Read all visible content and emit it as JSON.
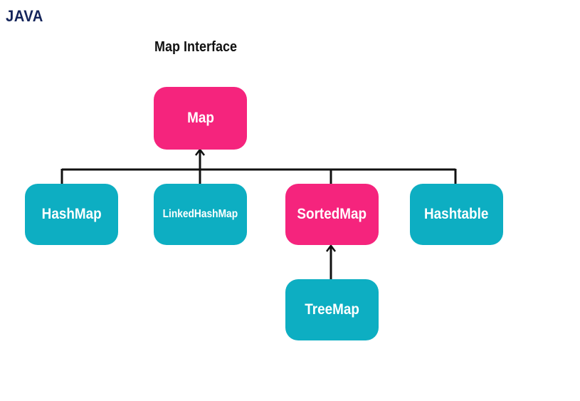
{
  "header": {
    "brand": "JAVA",
    "title": "Map Interface"
  },
  "colors": {
    "interface_node": "#f5247d",
    "class_node": "#0daec2",
    "connector": "#111111",
    "brand": "#14245a"
  },
  "diagram": {
    "nodes": {
      "map": "Map",
      "hashmap": "HashMap",
      "linkedhashmap": "LinkedHashMap",
      "sortedmap": "SortedMap",
      "hashtable": "Hashtable",
      "treemap": "TreeMap"
    },
    "edges": [
      {
        "from": "HashMap",
        "to": "Map"
      },
      {
        "from": "LinkedHashMap",
        "to": "Map"
      },
      {
        "from": "SortedMap",
        "to": "Map"
      },
      {
        "from": "Hashtable",
        "to": "Map"
      },
      {
        "from": "TreeMap",
        "to": "SortedMap"
      }
    ]
  }
}
